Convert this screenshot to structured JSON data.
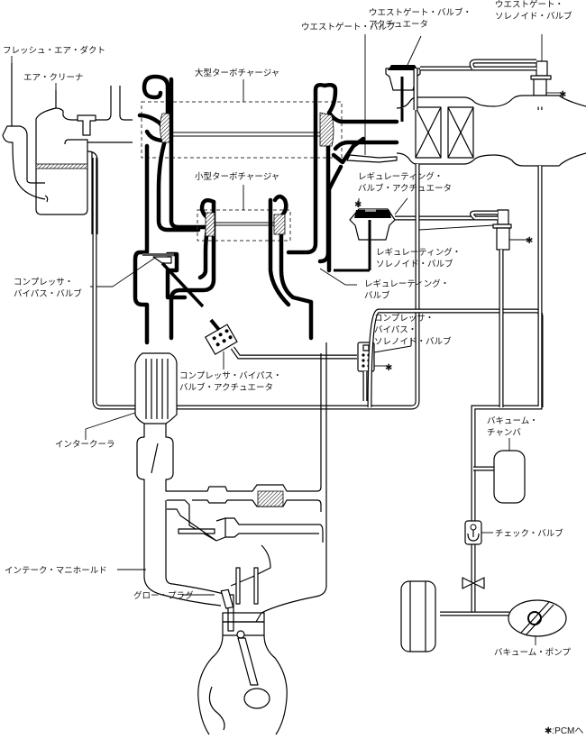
{
  "diagram": {
    "title": "Two-stage turbocharger vacuum/intake system",
    "labels": {
      "fresh_air_duct": "フレッシュ・エア・ダクト",
      "air_cleaner": "エア・クリーナ",
      "large_turbo": "大型ターボチャージャ",
      "small_turbo": "小型ターボチャージャ",
      "wastegate_valve": "ウエストゲート・バルブ",
      "wastegate_actuator_l1": "ウエストゲート・バルブ・",
      "wastegate_actuator_l2": "アクチュエータ",
      "wastegate_solenoid_l1": "ウエストゲート・",
      "wastegate_solenoid_l2": "ソレノイド・バルブ",
      "regulating_actuator_l1": "レギュレーティング・",
      "regulating_actuator_l2": "バルブ・アクチュエータ",
      "regulating_solenoid_l1": "レギュレーティング・",
      "regulating_solenoid_l2": "ソレノイド・バルブ",
      "regulating_valve_l1": "レギュレーティング・",
      "regulating_valve_l2": "バルブ",
      "compressor_bypass_valve_l1": "コンプレッサ・",
      "compressor_bypass_valve_l2": "バイパス・バルブ",
      "compressor_bypass_solenoid_l1": "コンプレッサ・",
      "compressor_bypass_solenoid_l2": "バイパス・",
      "compressor_bypass_solenoid_l3": "ソレノイド・バルブ",
      "compressor_bypass_actuator_l1": "コンプレッサ・バイパス・",
      "compressor_bypass_actuator_l2": "バルブ・アクチュエータ",
      "intercooler": "インタークーラ",
      "vacuum_chamber_l1": "バキューム・",
      "vacuum_chamber_l2": "チャンバ",
      "check_valve": "チェック・バルブ",
      "intake_manifold": "インテーク・マニホールド",
      "glow_plug": "グロー・プラグ",
      "vacuum_pump": "バキューム・ポンプ"
    },
    "asterisk": "✱",
    "footnote": "✱:PCMへ"
  }
}
